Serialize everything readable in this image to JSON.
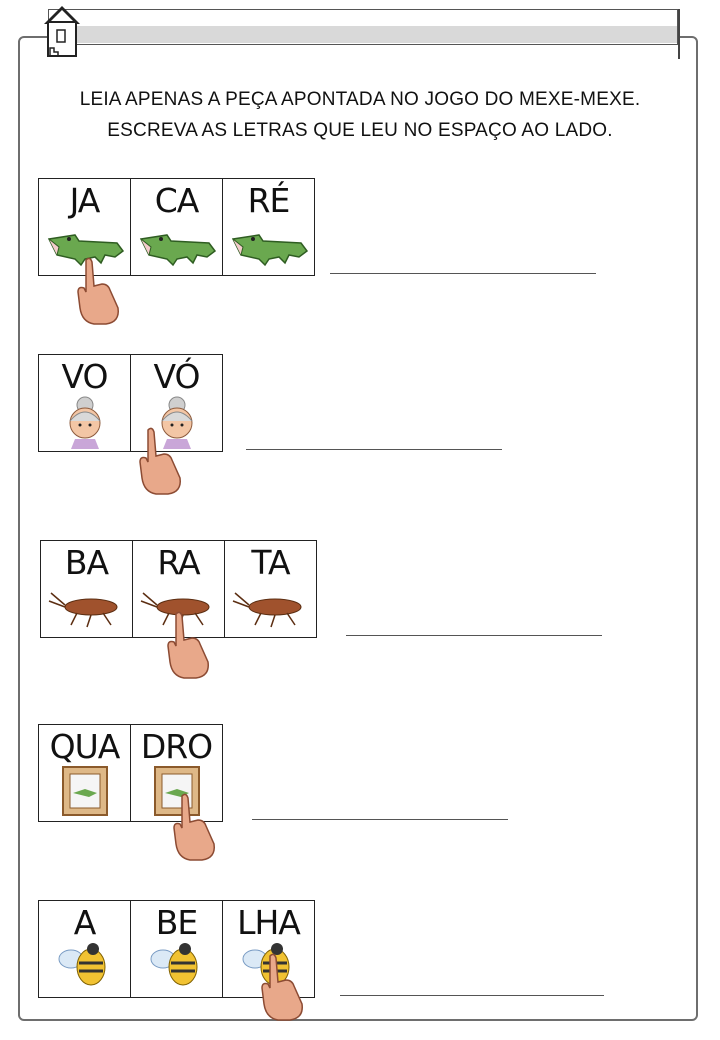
{
  "instructions": {
    "line1": "LEIA APENAS A PEÇA APONTADA NO JOGO DO MEXE-MEXE.",
    "line2": "ESCREVA AS LETRAS QUE LEU NO ESPAÇO AO LADO."
  },
  "exercises": [
    {
      "word": "jacaré",
      "syllables": [
        "JA",
        "CA",
        "RÉ"
      ],
      "picture": "alligator-icon",
      "pointed_index": 0
    },
    {
      "word": "vovó",
      "syllables": [
        "VO",
        "VÓ"
      ],
      "picture": "grandmother-icon",
      "pointed_index": 1
    },
    {
      "word": "barata",
      "syllables": [
        "BA",
        "RA",
        "TA"
      ],
      "picture": "cockroach-icon",
      "pointed_index": 1
    },
    {
      "word": "quadro",
      "syllables": [
        "QUA",
        "DRO"
      ],
      "picture": "framed-picture-icon",
      "pointed_index": 1
    },
    {
      "word": "abelha",
      "syllables": [
        "A",
        "BE",
        "LHA"
      ],
      "picture": "bee-icon",
      "pointed_index": 2
    }
  ],
  "icons": {
    "home": "house-icon",
    "pointer": "pointing-hand-icon"
  }
}
